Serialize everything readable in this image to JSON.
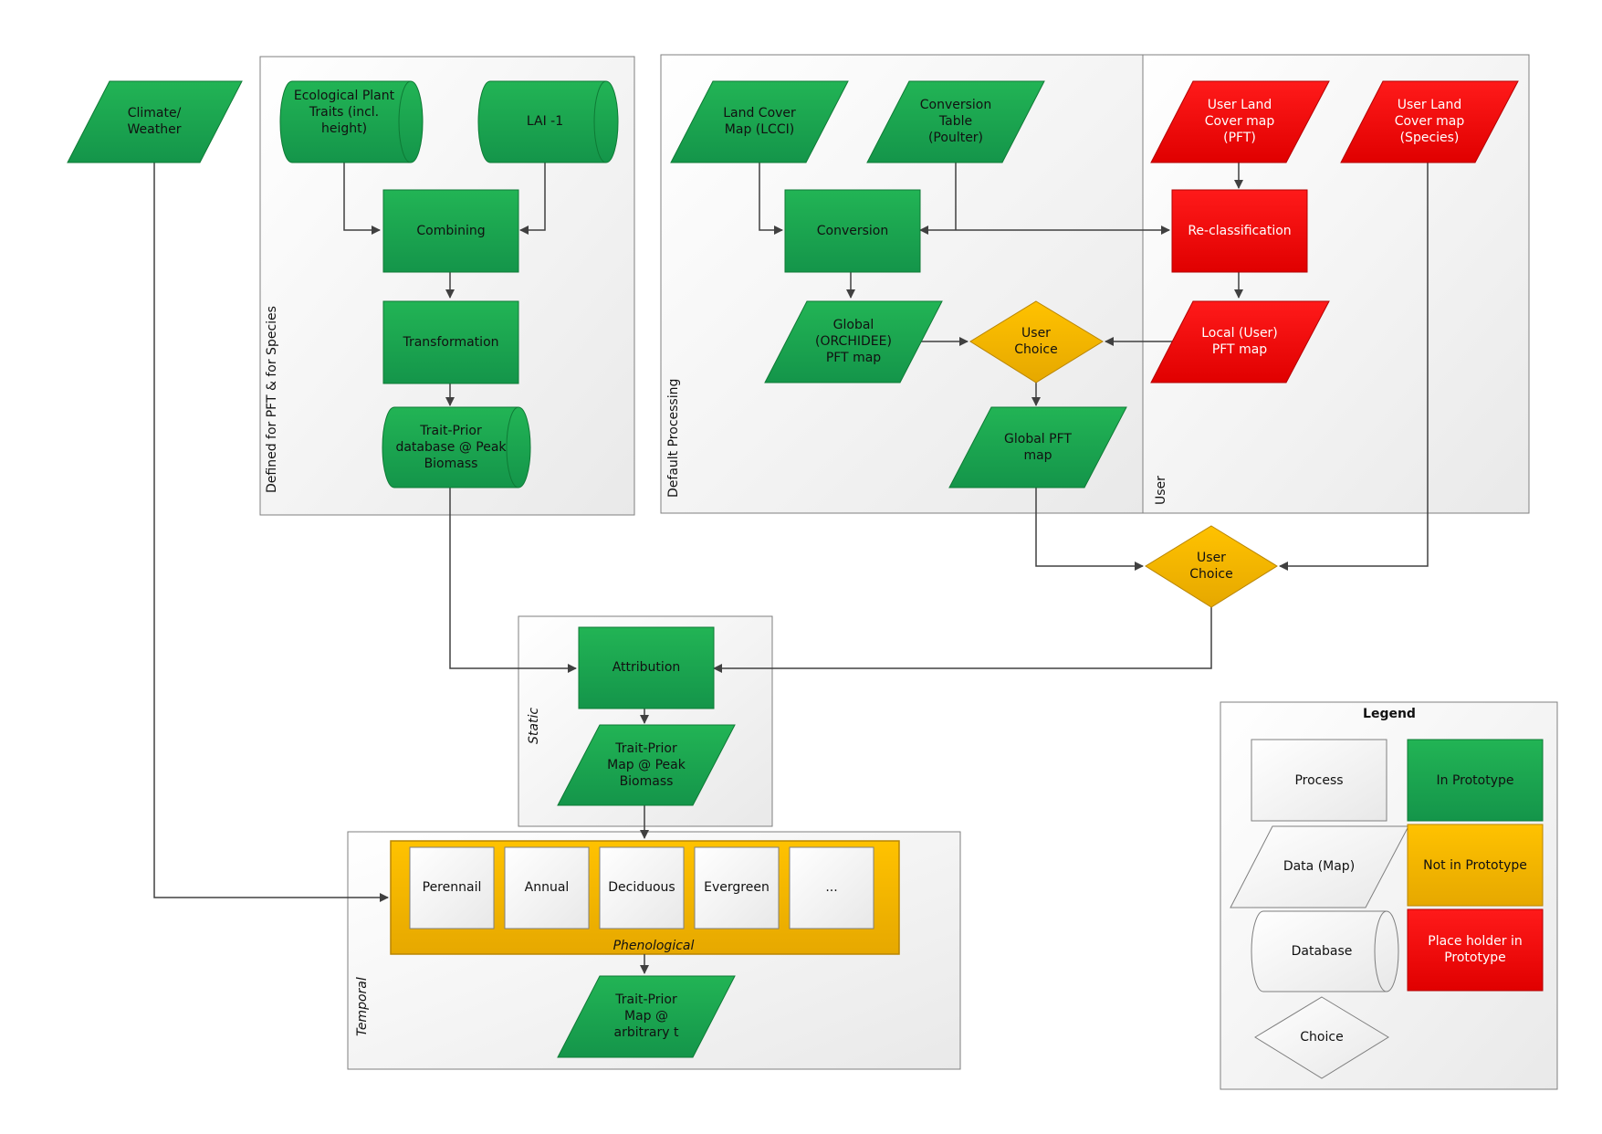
{
  "colors": {
    "green": "#1fa84f",
    "green_dark": "#0e7a35",
    "red": "#ff0000",
    "red_dark": "#b40000",
    "amber": "#f5b400",
    "amber_dark": "#b98500",
    "group_fill": "#f2f2f2",
    "group_stroke": "#7f7f7f",
    "arrow": "#404040"
  },
  "groups": {
    "defined": "Defined for PFT & for Species",
    "default": "Default Processing",
    "user": "User",
    "static": "Static",
    "temporal": "Temporal",
    "phenological": "Phenological"
  },
  "nodes": {
    "climate": [
      "Climate/",
      "Weather"
    ],
    "eco_traits": [
      "Ecological Plant",
      "Traits (incl.",
      "height)"
    ],
    "lai": [
      "LAI -1"
    ],
    "combining": [
      "Combining"
    ],
    "transformation": [
      "Transformation"
    ],
    "trait_db": [
      "Trait-Prior",
      "database @ Peak",
      "Biomass"
    ],
    "land_cover": [
      "Land Cover",
      "Map (LCCI)"
    ],
    "conv_table": [
      "Conversion",
      "Table",
      "(Poulter)"
    ],
    "conversion": [
      "Conversion"
    ],
    "global_orchidee": [
      "Global",
      "(ORCHIDEE)",
      "PFT map"
    ],
    "user_choice_1": [
      "User",
      "Choice"
    ],
    "global_pft": [
      "Global PFT",
      "map"
    ],
    "user_lc_pft": [
      "User Land",
      "Cover map",
      "(PFT)"
    ],
    "user_lc_species": [
      "User Land",
      "Cover map",
      "(Species)"
    ],
    "reclass": [
      "Re-classification"
    ],
    "local_pft": [
      "Local (User)",
      "PFT map"
    ],
    "user_choice_2": [
      "User",
      "Choice"
    ],
    "attribution": [
      "Attribution"
    ],
    "trait_map_peak": [
      "Trait-Prior",
      "Map @ Peak",
      "Biomass"
    ],
    "perennial": [
      "Perennail"
    ],
    "annual": [
      "Annual"
    ],
    "deciduous": [
      "Deciduous"
    ],
    "evergreen": [
      "Evergreen"
    ],
    "more": [
      "..."
    ],
    "trait_map_t": [
      "Trait-Prior",
      "Map @",
      "arbitrary t"
    ]
  },
  "legend": {
    "title": "Legend",
    "process": "Process",
    "data": "Data (Map)",
    "database": "Database",
    "choice": "Choice",
    "in_prototype": "In Prototype",
    "not_in_prototype": "Not in Prototype",
    "placeholder": [
      "Place holder in",
      "Prototype"
    ]
  }
}
